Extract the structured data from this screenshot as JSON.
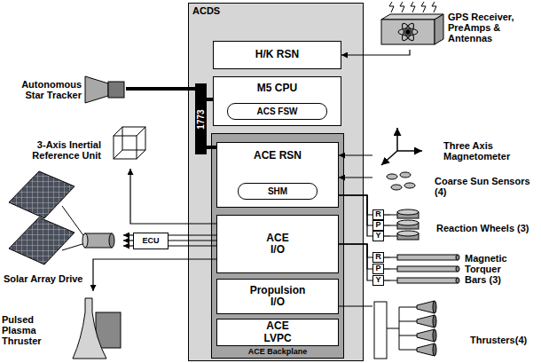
{
  "diagram": {
    "nodes": [
      {
        "text": [
          "ACDS"
        ]
      },
      {
        "text": [
          "H/K RSN"
        ],
        "in": 0
      },
      {
        "text": [
          "M5 CPU"
        ],
        "in": 0
      },
      {
        "text": [
          "ACS FSW"
        ],
        "in": 2
      },
      {
        "text": [
          "1773"
        ],
        "in": 0
      },
      {
        "text": [
          "ACE Backplane"
        ],
        "in": 0
      },
      {
        "text": [
          "ACE RSN"
        ],
        "in": 5
      },
      {
        "text": [
          "SHM"
        ],
        "in": 6
      },
      {
        "text": [
          "ACE I/O"
        ],
        "in": 5
      },
      {
        "text": [
          "Propulsion I/O"
        ],
        "in": 5
      },
      {
        "text": [
          "ACE LVPC"
        ],
        "in": 5
      },
      {
        "text": [
          "GPS Receiver, PreAmps & Antennas"
        ]
      },
      {
        "text": [
          "Autonomous Star Tracker"
        ]
      },
      {
        "text": [
          "3-Axis Inertial Reference Unit"
        ]
      },
      {
        "text": [
          "Solar Array Drive"
        ]
      },
      {
        "text": [
          "ECU"
        ]
      },
      {
        "text": [
          "Pulsed Plasma Thruster"
        ]
      },
      {
        "text": [
          "Three Axis Magnetometer"
        ]
      },
      {
        "text": [
          "Coarse Sun Sensors (4)"
        ]
      },
      {
        "text": [
          "R"
        ]
      },
      {
        "text": [
          "P"
        ]
      },
      {
        "text": [
          "Y"
        ]
      },
      {
        "text": [
          "Reaction Wheels (3)"
        ]
      },
      {
        "text": [
          "R"
        ]
      },
      {
        "text": [
          "P"
        ]
      },
      {
        "text": [
          "Y"
        ]
      },
      {
        "text": [
          "Magnetic Torquer Bars (3)"
        ]
      },
      {
        "text": [
          "Thrusters(4)"
        ]
      }
    ],
    "edges": [
      {
        "from": 11,
        "to": 1,
        "arrow": "to"
      },
      {
        "from": 12,
        "to": 4,
        "arrow": "none"
      },
      {
        "from": 4,
        "to": 2,
        "arrow": "none"
      },
      {
        "from": 4,
        "to": 6,
        "arrow": "none"
      },
      {
        "from": 8,
        "to": 13,
        "arrow": "to"
      },
      {
        "from": 8,
        "to": 15,
        "arrow": "none"
      },
      {
        "from": 8,
        "to": 15,
        "arrow": "none"
      },
      {
        "from": 8,
        "to": 15,
        "arrow": "none"
      },
      {
        "from": 15,
        "to": 14,
        "arrow": "to"
      },
      {
        "from": 15,
        "to": 14,
        "arrow": "to"
      },
      {
        "from": 15,
        "to": 14,
        "arrow": "to"
      },
      {
        "from": 8,
        "to": 16,
        "arrow": "to"
      },
      {
        "from": 17,
        "to": 6,
        "arrow": "to"
      },
      {
        "from": 18,
        "to": 6,
        "arrow": "to"
      },
      {
        "from": 6,
        "to": 19,
        "arrow": "none"
      },
      {
        "from": 6,
        "to": 20,
        "arrow": "none"
      },
      {
        "from": 6,
        "to": 21,
        "arrow": "none"
      },
      {
        "from": 19,
        "to": 22,
        "arrow": "none"
      },
      {
        "from": 20,
        "to": 22,
        "arrow": "none"
      },
      {
        "from": 21,
        "to": 22,
        "arrow": "none"
      },
      {
        "from": 8,
        "to": 23,
        "arrow": "none"
      },
      {
        "from": 8,
        "to": 24,
        "arrow": "none"
      },
      {
        "from": 8,
        "to": 25,
        "arrow": "none"
      },
      {
        "from": 23,
        "to": 26,
        "arrow": "none"
      },
      {
        "from": 24,
        "to": 26,
        "arrow": "none"
      },
      {
        "from": 25,
        "to": 26,
        "arrow": "none"
      },
      {
        "from": 9,
        "to": 27,
        "arrow": "none"
      }
    ]
  }
}
